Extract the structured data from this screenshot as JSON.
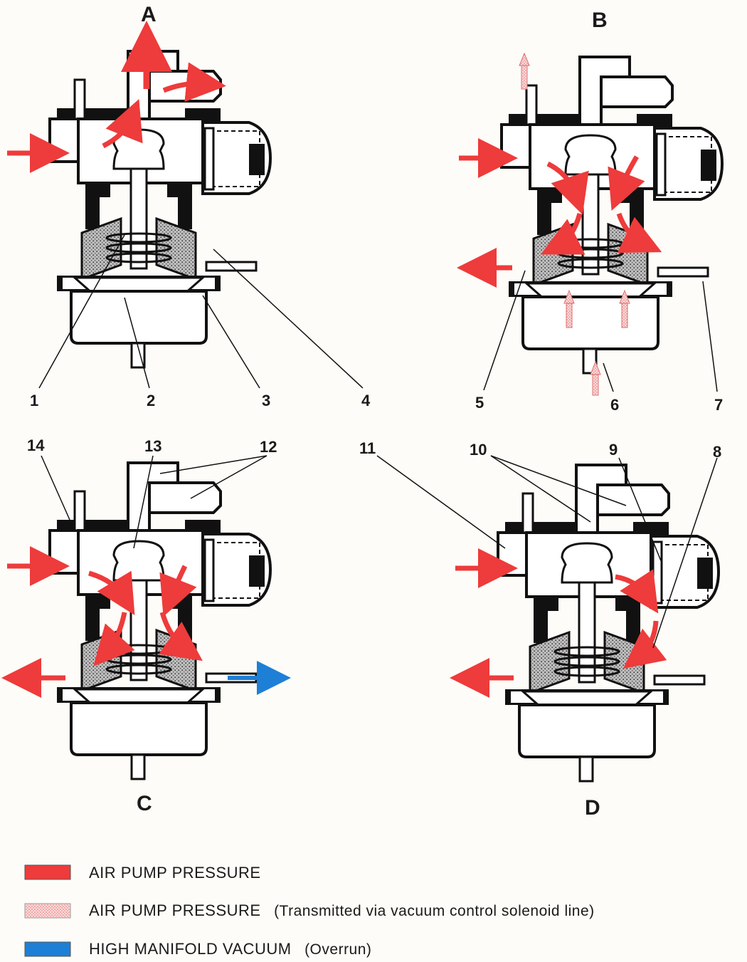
{
  "panels": [
    "A",
    "B",
    "C",
    "D"
  ],
  "callouts": [
    "1",
    "2",
    "3",
    "4",
    "5",
    "6",
    "7",
    "8",
    "9",
    "10",
    "11",
    "12",
    "13",
    "14"
  ],
  "legend": [
    {
      "label": "AIR PUMP PRESSURE",
      "note": "",
      "color": "#ee3b3b",
      "pattern": "solid"
    },
    {
      "label": "AIR PUMP PRESSURE",
      "note": "(Transmitted via vacuum control solenoid line)",
      "color": "#f3b3b3",
      "pattern": "stipple"
    },
    {
      "label": "HIGH MANIFOLD VACUUM",
      "note": "(Overrun)",
      "color": "#1e7fd6",
      "pattern": "solid"
    }
  ],
  "colors": {
    "outline": "#111111",
    "body": "#ffffff",
    "insulation": "#8a8a8a",
    "pressure": "#ee3b3b",
    "vacuum": "#1e7fd6"
  }
}
